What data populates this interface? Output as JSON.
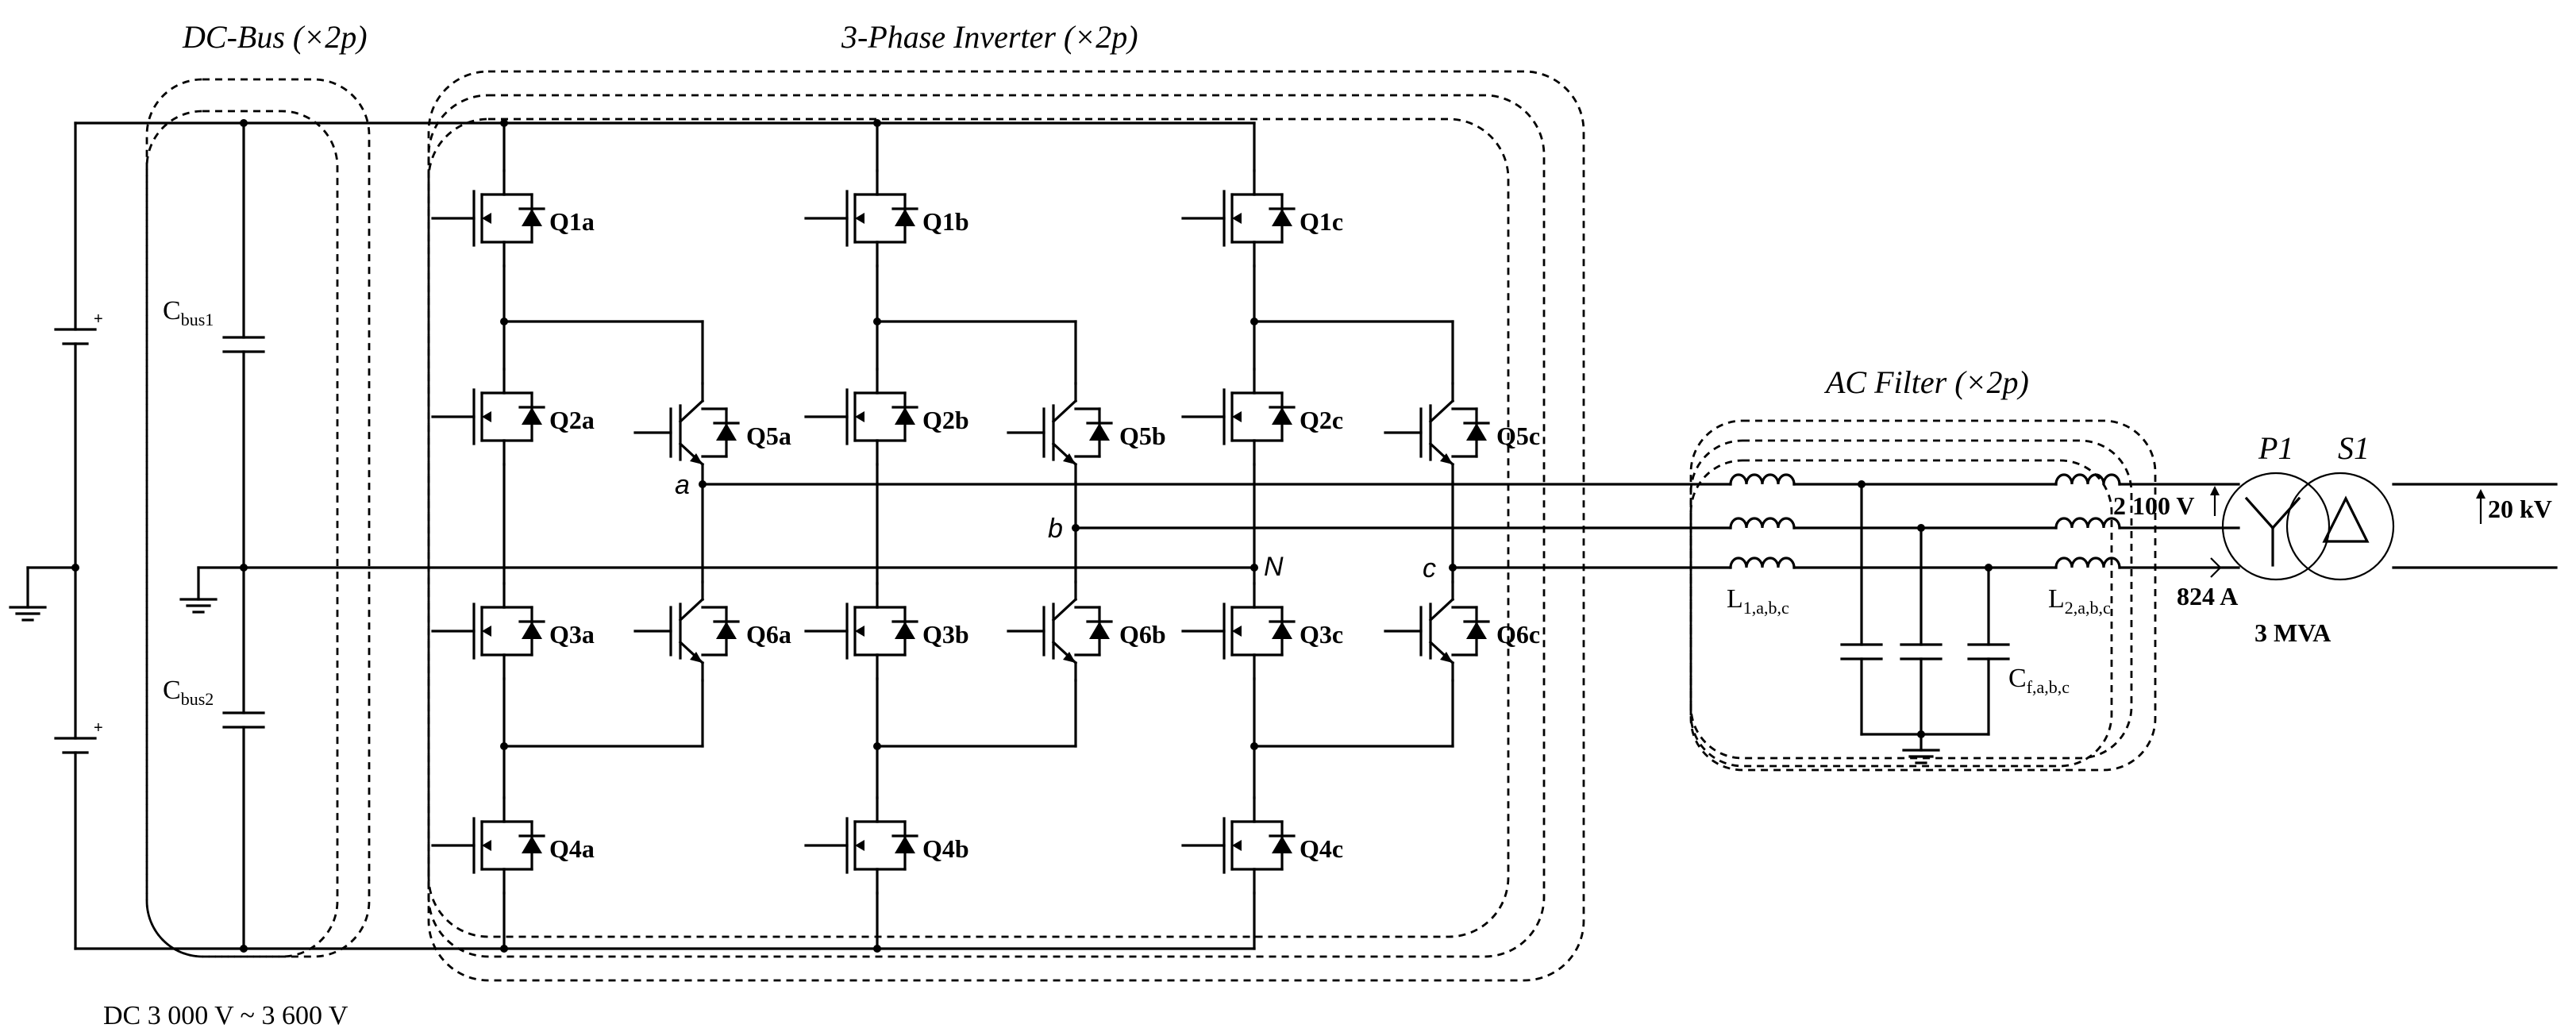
{
  "titles": {
    "dc_bus": "DC-Bus (×2p)",
    "inverter": "3-Phase Inverter (×2p)",
    "ac_filter": "AC Filter (×2p)"
  },
  "dc_range": "DC 3 000 V ~ 3 600 V",
  "capacitors": {
    "cbus1": {
      "main": "C",
      "sub": "bus1"
    },
    "cbus2": {
      "main": "C",
      "sub": "bus2"
    }
  },
  "switches": {
    "q1a": "Q1a",
    "q2a": "Q2a",
    "q3a": "Q3a",
    "q4a": "Q4a",
    "q5a": "Q5a",
    "q6a": "Q6a",
    "q1b": "Q1b",
    "q2b": "Q2b",
    "q3b": "Q3b",
    "q4b": "Q4b",
    "q5b": "Q5b",
    "q6b": "Q6b",
    "q1c": "Q1c",
    "q2c": "Q2c",
    "q3c": "Q3c",
    "q4c": "Q4c",
    "q5c": "Q5c",
    "q6c": "Q6c"
  },
  "nodes": {
    "a": "a",
    "b": "b",
    "c": "c",
    "n": "N"
  },
  "filter": {
    "l1": {
      "main": "L",
      "sub": "1,a,b,c"
    },
    "l2": {
      "main": "L",
      "sub": "2,a,b,c"
    },
    "cf": {
      "main": "C",
      "sub": "f,a,b,c"
    }
  },
  "transformer": {
    "primary": "P1",
    "secondary": "S1",
    "rating": "3 MVA",
    "lv_voltage": "2 100 V",
    "hv_voltage": "20 kV",
    "current": "824 A"
  },
  "battery": {
    "plus_top": "+",
    "plus_bottom": "+"
  }
}
